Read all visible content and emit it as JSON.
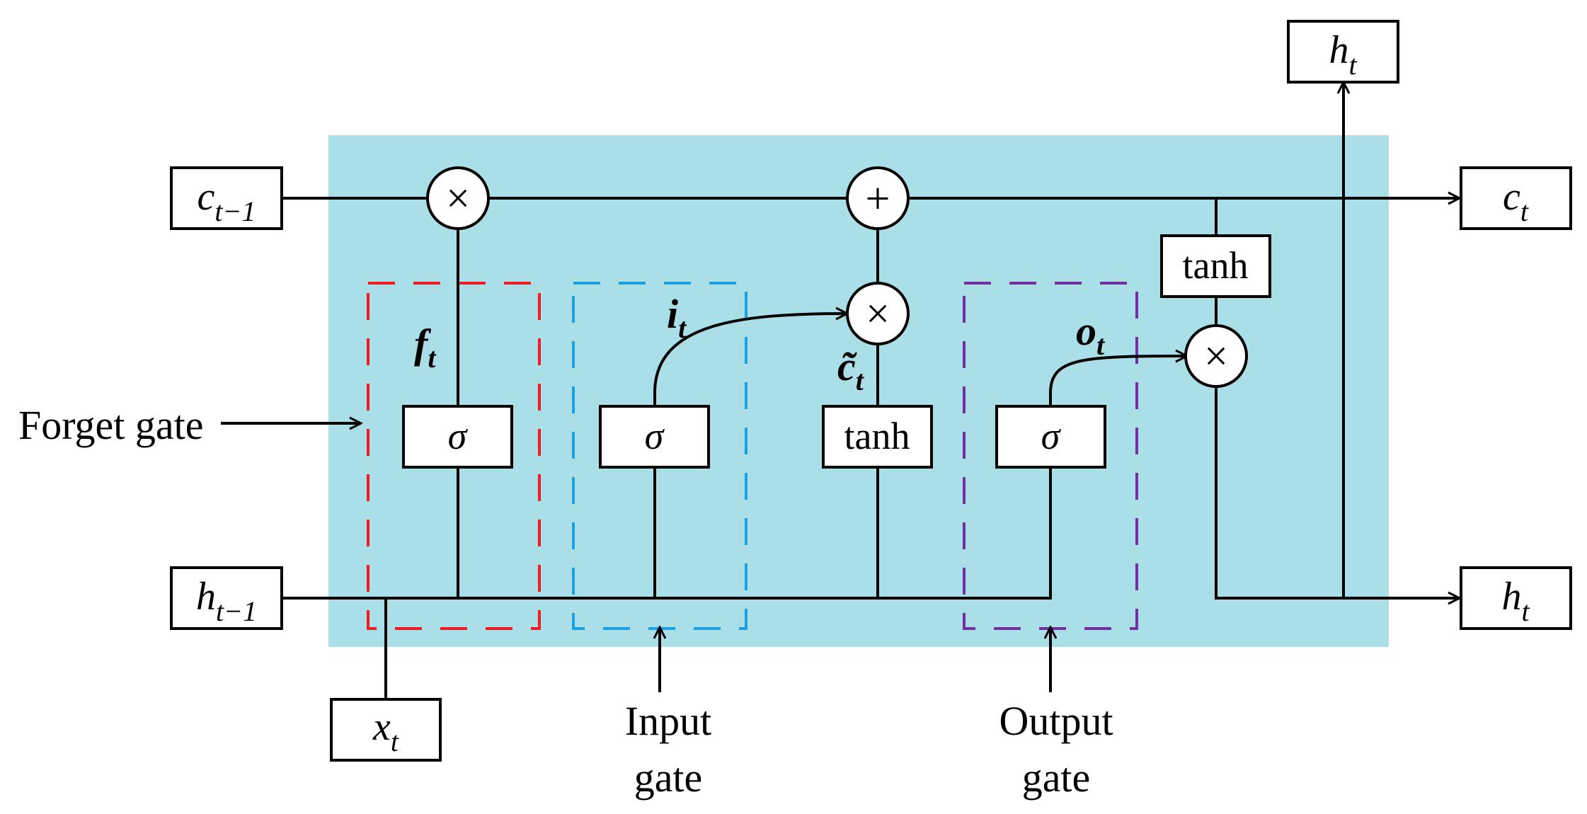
{
  "colors": {
    "cell_background": "#aadfe8",
    "line": "#000000",
    "forget_gate_box": "#ee1c24",
    "input_gate_box": "#1ba1e2",
    "output_gate_box": "#7030a0"
  },
  "inputs": {
    "c_prev": {
      "base": "c",
      "sub": "t−1"
    },
    "h_prev": {
      "base": "h",
      "sub": "t−1"
    },
    "x": {
      "base": "x",
      "sub": "t"
    }
  },
  "outputs": {
    "c": {
      "base": "c",
      "sub": "t"
    },
    "h_right": {
      "base": "h",
      "sub": "t"
    },
    "h_top": {
      "base": "h",
      "sub": "t"
    }
  },
  "gate_labels": {
    "forget": "Forget gate",
    "input_line1": "Input",
    "input_line2": "gate",
    "output_line1": "Output",
    "output_line2": "gate"
  },
  "signals": {
    "f": {
      "base": "f",
      "sub": "t"
    },
    "i": {
      "base": "i",
      "sub": "t"
    },
    "o": {
      "base": "o",
      "sub": "t"
    },
    "c_tilde": {
      "base": "c̃",
      "sub": "t"
    }
  },
  "blocks": {
    "sigma": "σ",
    "tanh": "tanh"
  },
  "operators": {
    "multiply": "×",
    "add": "+"
  }
}
